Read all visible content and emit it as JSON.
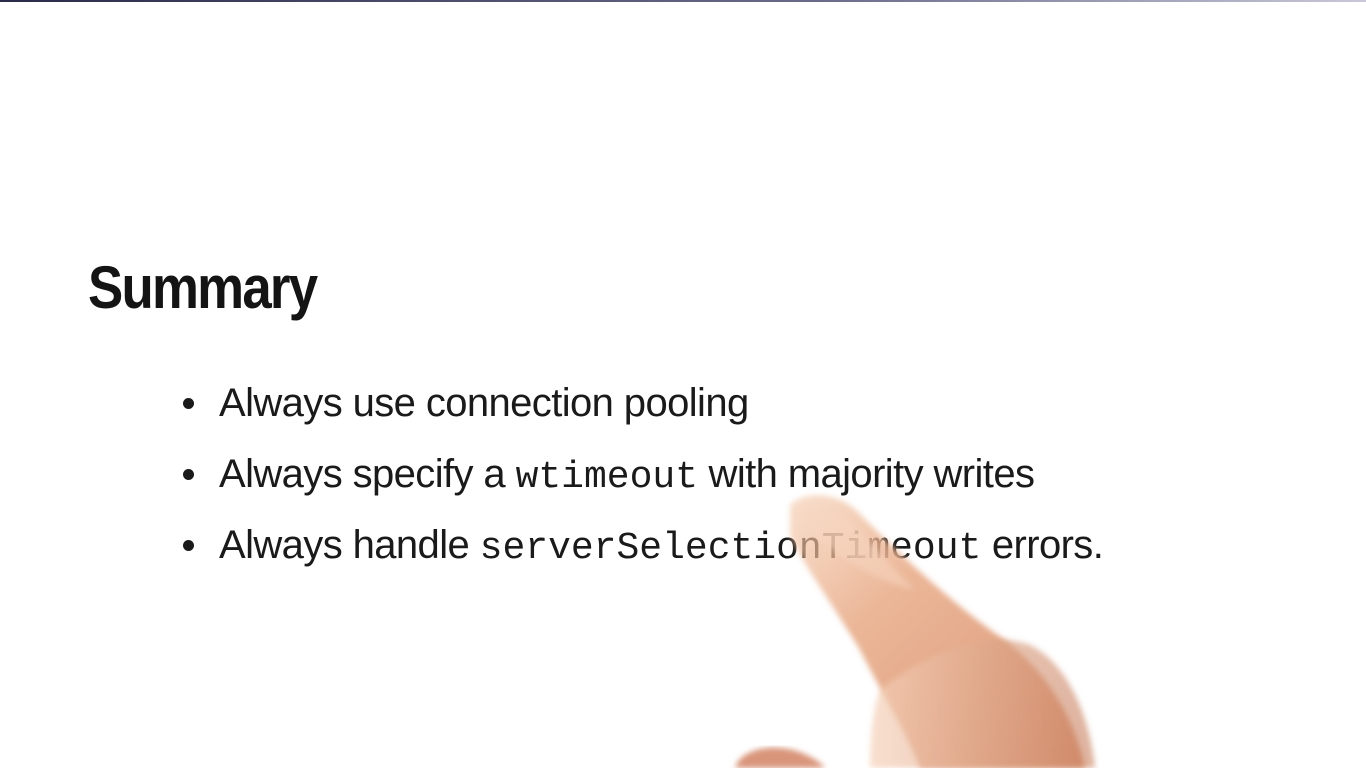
{
  "slide": {
    "title": "Summary",
    "bullets": [
      {
        "before": "Always use connection pooling",
        "code": "",
        "after": ""
      },
      {
        "before": "Always specify a ",
        "code": "wtimeout",
        "after": " with majority writes"
      },
      {
        "before": "Always handle ",
        "code": "serverSelectionTimeout",
        "after": " errors."
      }
    ]
  },
  "colors": {
    "text": "#1a1a1a",
    "background": "#ffffff",
    "skin": "#e8a882"
  }
}
